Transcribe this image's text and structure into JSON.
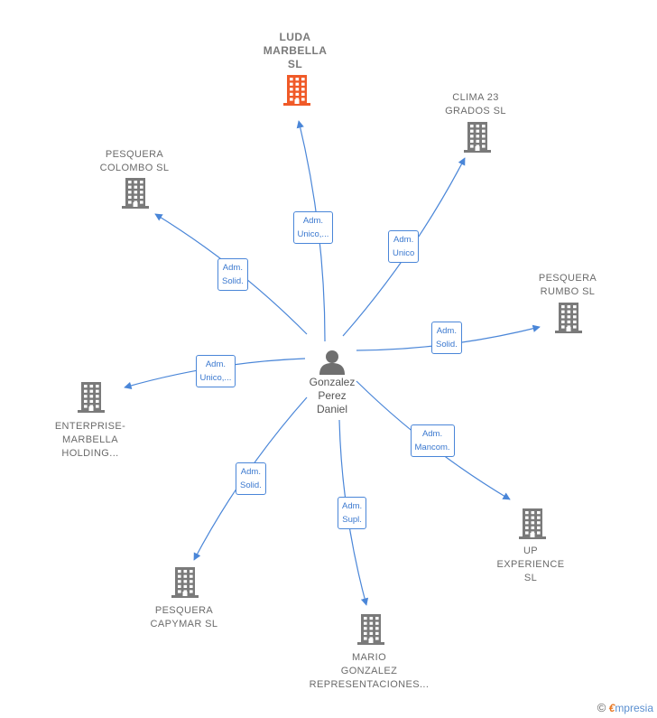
{
  "colors": {
    "edge": "#4a86d8",
    "building": "#7a7a7a",
    "highlight": "#f05a28",
    "badge_text": "#3a78cf"
  },
  "center": {
    "name": "Gonzalez\nPerez\nDaniel",
    "icon": "person-icon"
  },
  "companies": [
    {
      "id": "luda",
      "name": "LUDA\nMARBELLA\nSL",
      "highlighted": true,
      "icon": "building-icon"
    },
    {
      "id": "clima",
      "name": "CLIMA 23\nGRADOS  SL",
      "highlighted": false,
      "icon": "building-icon"
    },
    {
      "id": "colombo",
      "name": "PESQUERA\nCOLOMBO  SL",
      "highlighted": false,
      "icon": "building-icon"
    },
    {
      "id": "rumbo",
      "name": "PESQUERA\nRUMBO SL",
      "highlighted": false,
      "icon": "building-icon"
    },
    {
      "id": "enterprise",
      "name": "ENTERPRISE-\nMARBELLA\nHOLDING...",
      "highlighted": false,
      "icon": "building-icon"
    },
    {
      "id": "up",
      "name": "UP\nEXPERIENCE\nSL",
      "highlighted": false,
      "icon": "building-icon"
    },
    {
      "id": "capymar",
      "name": "PESQUERA\nCAPYMAR  SL",
      "highlighted": false,
      "icon": "building-icon"
    },
    {
      "id": "mario",
      "name": "MARIO\nGONZALEZ\nREPRESENTACIONES...",
      "highlighted": false,
      "icon": "building-icon"
    }
  ],
  "relations": [
    {
      "to": "luda",
      "label": "Adm.\nUnico,..."
    },
    {
      "to": "clima",
      "label": "Adm.\nUnico"
    },
    {
      "to": "colombo",
      "label": "Adm.\nSolid."
    },
    {
      "to": "rumbo",
      "label": "Adm.\nSolid."
    },
    {
      "to": "enterprise",
      "label": "Adm.\nUnico,..."
    },
    {
      "to": "up",
      "label": "Adm.\nMancom."
    },
    {
      "to": "capymar",
      "label": "Adm.\nSolid."
    },
    {
      "to": "mario",
      "label": "Adm.\nSupl."
    }
  ],
  "footer": {
    "copyright_symbol": "©",
    "brand_first": "€",
    "brand_rest": "mpresia"
  }
}
